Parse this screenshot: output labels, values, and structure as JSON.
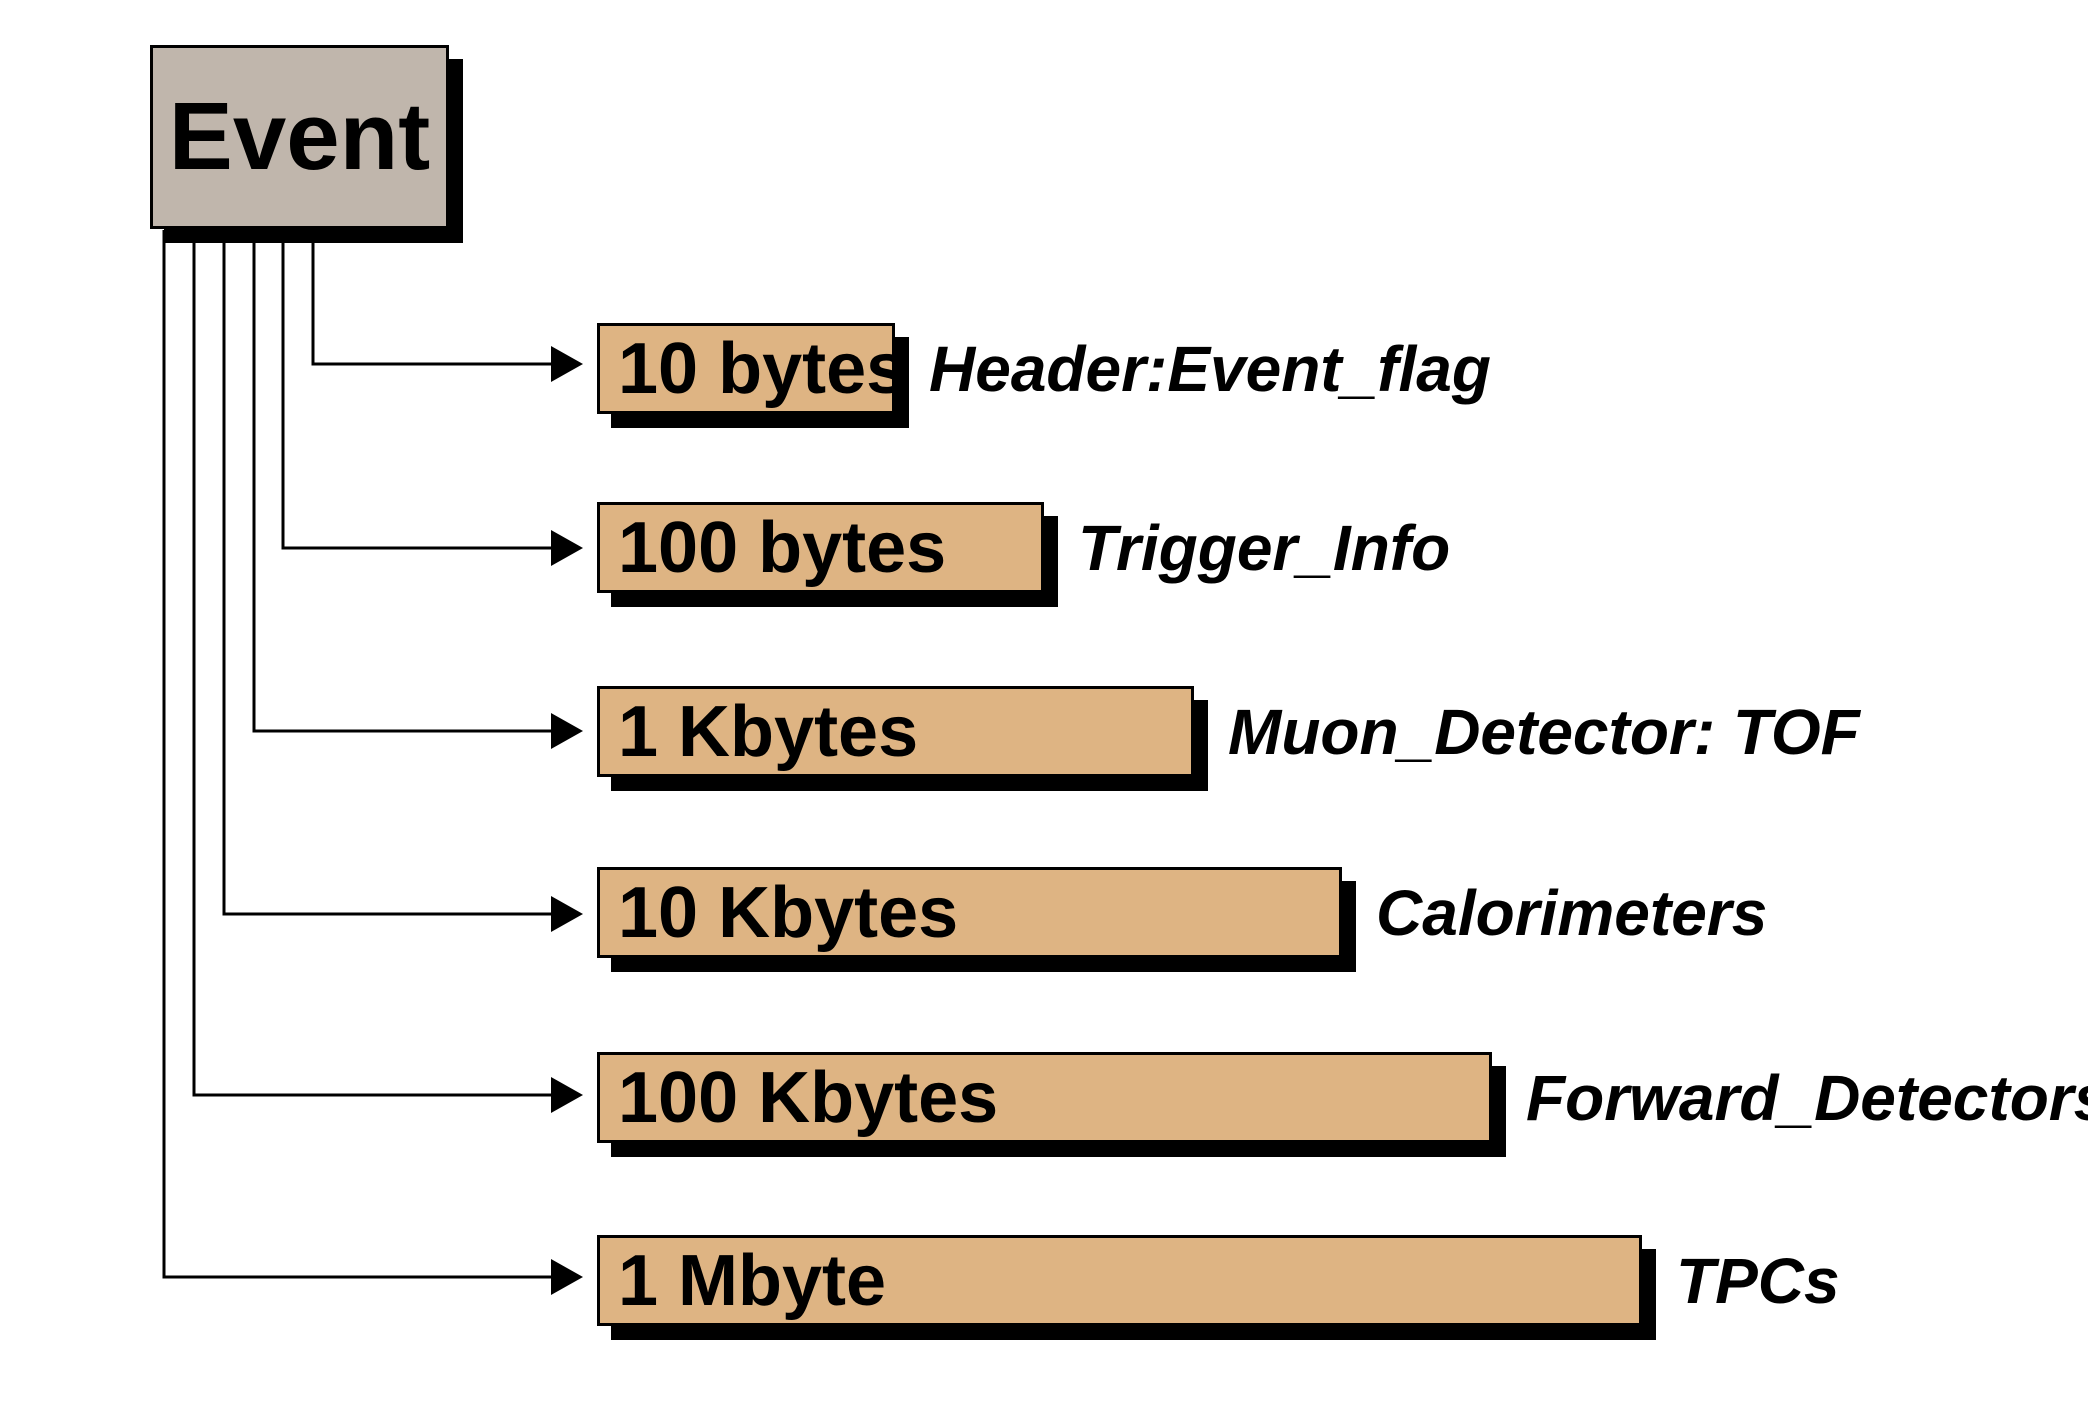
{
  "root": {
    "label": "Event"
  },
  "rows": [
    {
      "size": "10 bytes",
      "label": "Header:Event_flag"
    },
    {
      "size": "100 bytes",
      "label": "Trigger_Info"
    },
    {
      "size": "1 Kbytes",
      "label": "Muon_Detector: TOF"
    },
    {
      "size": "10 Kbytes",
      "label": "Calorimeters"
    },
    {
      "size": "100 Kbytes",
      "label": "Forward_Detectors"
    },
    {
      "size": "1 Mbyte",
      "label": "TPCs"
    }
  ],
  "colors": {
    "bar_fill": "#DEB483",
    "root_fill": "#C0B6AC",
    "line": "#000000",
    "background": "#FFFFFF"
  }
}
